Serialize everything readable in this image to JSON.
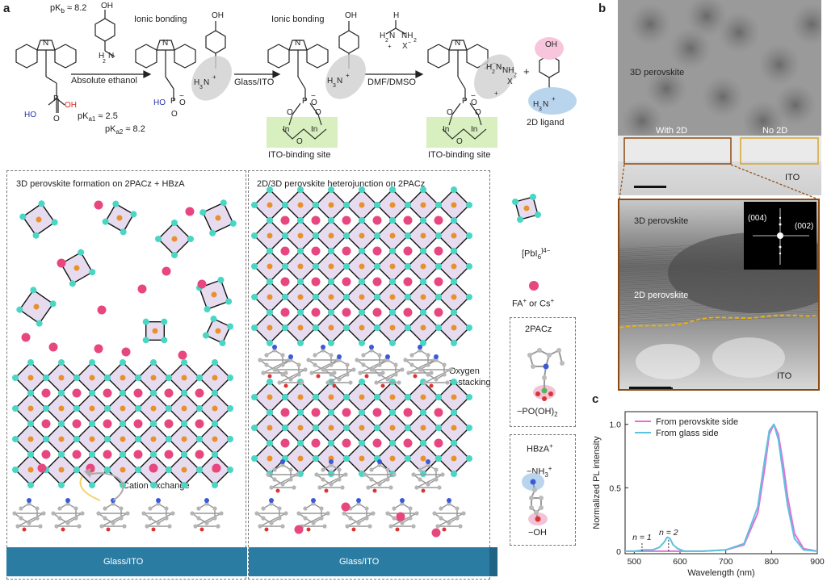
{
  "panels": {
    "a": "a",
    "b": "b",
    "c": "c"
  },
  "scheme": {
    "pkb": "pK",
    "pkb_sub": "b",
    "pkb_val": " ≈ 8.2",
    "absolute_ethanol": "Absolute ethanol",
    "pka1": "pK",
    "pka1_sub": "a1",
    "pka1_val": " ≈ 2.5",
    "pka2": "pK",
    "pka2_sub": "a2",
    "pka2_val": " ≈ 8.2",
    "ionic_bonding_1": "Ionic bonding",
    "ionic_bonding_2": "Ionic bonding",
    "glass_ito": "Glass/ITO",
    "dmf_dmso": "DMF/DMSO",
    "ito_binding_1": "ITO-binding site",
    "ito_binding_2": "ITO-binding site",
    "ligand_2d": "2D ligand",
    "plus": "+"
  },
  "left_panel": {
    "title": "3D perovskite formation on 2PACz + HBzA",
    "cation_exchange": "Cation exchange",
    "substrate": "Glass/ITO"
  },
  "right_panel": {
    "title": "2D/3D perovskite heterojunction on 2PACz",
    "oxygen": "Oxygen",
    "pi_stacking": "π-stacking",
    "substrate": "Glass/ITO"
  },
  "legend": {
    "pbi6": "[PbI",
    "pbi6_sub": "6",
    "pbi6_sup": "]4−",
    "fa_cs": "FA",
    "fa_cs_rest": " or Cs",
    "pacz_title": "2PACz",
    "pacz_group": "−PO(OH)",
    "pacz_group_sub": "2",
    "hbza_title": "HBzA",
    "hbza_sup": "+",
    "nh3": "−NH",
    "nh3_sub": "3",
    "nh3_sup": "+",
    "oh": "−OH"
  },
  "tem_top": {
    "perovskite_3d": "3D perovskite",
    "with_2d": "With 2D",
    "no_2d": "No 2D",
    "ito": "ITO"
  },
  "tem_bottom": {
    "perovskite_3d": "3D perovskite",
    "perovskite_2d": "2D perovskite",
    "ito": "ITO",
    "fft_004": "(004)",
    "fft_002": "(002)"
  },
  "colors": {
    "pink": "#e8467f",
    "cyan": "#4ad6c4",
    "orange": "#e8912c",
    "octa_fill": "#e7dcef",
    "substrate": "#2b7ca3",
    "pink_curve": "#e66ed9",
    "cyan_curve": "#5cc3dc"
  },
  "chart_data": {
    "type": "line",
    "xlabel": "Wavelength (nm)",
    "ylabel": "Normalized PL intensity",
    "xlim": [
      480,
      900
    ],
    "ylim": [
      -0.02,
      1.1
    ],
    "xticks": [
      500,
      600,
      700,
      800,
      900
    ],
    "yticks": [
      0,
      0.5,
      1.0
    ],
    "xtick_labels": [
      "500",
      "600",
      "700",
      "800",
      "900"
    ],
    "ytick_labels": [
      "0",
      "0.5",
      "1.0"
    ],
    "legend_position": "top-right",
    "series": [
      {
        "name": "From perovskite side",
        "x": [
          480,
          500,
          550,
          600,
          650,
          700,
          740,
          770,
          785,
          795,
          805,
          815,
          825,
          835,
          850,
          870,
          900
        ],
        "y": [
          0,
          0,
          0,
          0,
          0,
          0.01,
          0.05,
          0.3,
          0.65,
          0.92,
          1.0,
          0.92,
          0.7,
          0.43,
          0.14,
          0.02,
          0
        ]
      },
      {
        "name": "From glass side",
        "x": [
          480,
          500,
          510,
          520,
          540,
          555,
          565,
          572,
          578,
          585,
          595,
          610,
          650,
          700,
          740,
          770,
          785,
          795,
          805,
          815,
          825,
          835,
          850,
          870,
          900
        ],
        "y": [
          0,
          0,
          0.005,
          0.01,
          0.01,
          0.03,
          0.07,
          0.11,
          0.1,
          0.05,
          0.02,
          0,
          0,
          0.01,
          0.06,
          0.35,
          0.72,
          0.95,
          1.0,
          0.88,
          0.62,
          0.36,
          0.1,
          0.01,
          0
        ]
      }
    ],
    "annotations": [
      {
        "text": "n = 1",
        "x": 517
      },
      {
        "text": "n = 2",
        "x": 575
      }
    ]
  }
}
